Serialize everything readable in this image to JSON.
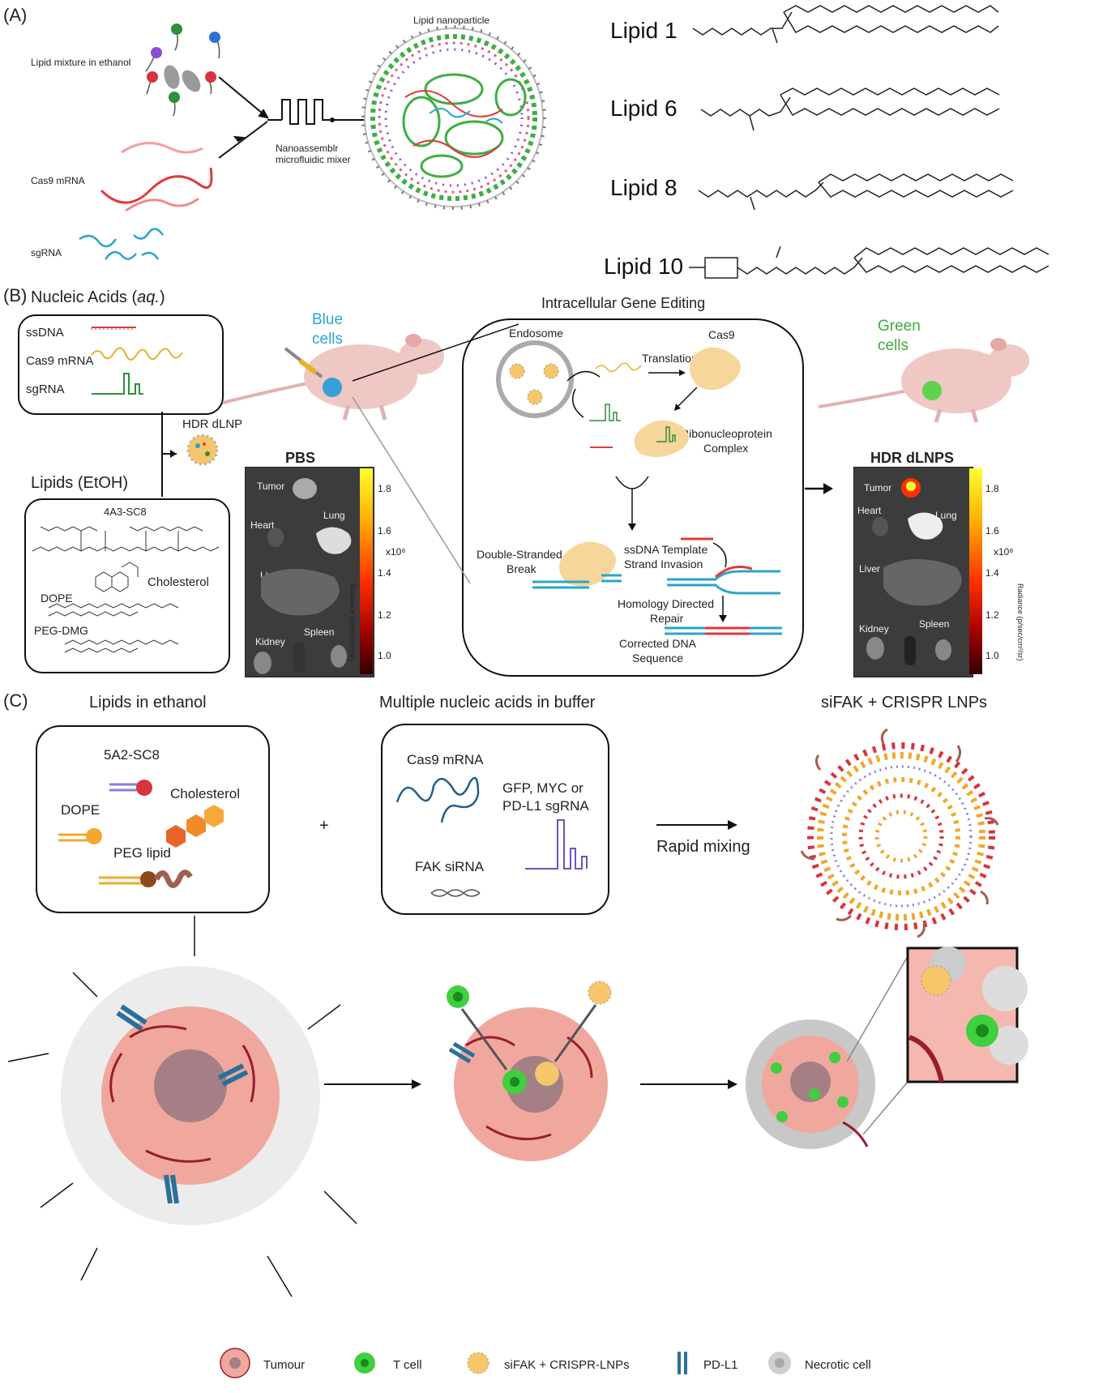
{
  "panels": {
    "a": "(A)",
    "b": "(B)",
    "c": "(C)"
  },
  "panelA": {
    "lipid_mixture": "Lipid mixture in ethanol",
    "cas9_mrna": "Cas9 mRNA",
    "sgrna": "sgRNA",
    "mixer": [
      "Nanoassemblr",
      "microfluidic mixer"
    ],
    "lnp": "Lipid nanoparticle",
    "lipids": [
      "Lipid 1",
      "Lipid 6",
      "Lipid 8",
      "Lipid 10"
    ]
  },
  "panelB": {
    "nucleic_acids_main": "Nucleic Acids (",
    "nucleic_acids_aq": "aq.",
    "nucleic_acids_close": ")",
    "na_items": [
      "ssDNA",
      "Cas9 mRNA",
      "sgRNA"
    ],
    "hdr_dlnp": "HDR dLNP",
    "lipids_etoh": "Lipids (EtOH)",
    "lipid_items": [
      "4A3-SC8",
      "Cholesterol",
      "DOPE",
      "PEG-DMG"
    ],
    "blue_cells": [
      "Blue",
      "cells"
    ],
    "green_cells": [
      "Green",
      "cells"
    ],
    "pbs_title": "PBS",
    "hdr_title": "HDR dLNPS",
    "organs": [
      "Tumor",
      "Heart",
      "Lung",
      "Liver",
      "Kidney",
      "Spleen"
    ],
    "scale_ticks": [
      "1.8",
      "1.6",
      "1.4",
      "1.2",
      "1.0"
    ],
    "scale_unit": "x10⁸",
    "scale_axis": "Radiance (p/sec/cm²/sr)",
    "intracellular_title": "Intracellular Gene Editing",
    "endosome": "Endosome",
    "cas9": "Cas9",
    "translation": "Translation",
    "rnp": [
      "Ribonucleoprotein",
      "Complex"
    ],
    "dsb": [
      "Double-Stranded",
      "Break"
    ],
    "ssdna_template": [
      "ssDNA Template",
      "Strand Invasion"
    ],
    "hdr": [
      "Homology Directed",
      "Repair"
    ],
    "corrected": [
      "Corrected DNA",
      "Sequence"
    ]
  },
  "panelC": {
    "lipids_ethanol": "Lipids in ethanol",
    "multiple_na": "Multiple nucleic acids in buffer",
    "sifak_title": "siFAK + CRISPR LNPs",
    "lipid_items": [
      "5A2-SC8",
      "Cholesterol",
      "DOPE",
      "PEG lipid"
    ],
    "plus": "+",
    "na_items": [
      "Cas9 mRNA",
      "GFP, MYC or",
      "PD-L1 sgRNA",
      "FAK siRNA"
    ],
    "rapid_mixing": "Rapid mixing",
    "legend": [
      "Tumour",
      "T cell",
      "siFAK + CRISPR-LNPs",
      "PD-L1",
      "Necrotic cell"
    ]
  },
  "colors": {
    "red_lipid": "#d9333f",
    "green_lipid": "#2f8f3a",
    "blue_lipid": "#2d6fd6",
    "purple_lipid": "#8a4fd6",
    "cas9_mrna": "#e03a3a",
    "sgrna": "#2aa5c8",
    "blue_cell_text": "#2aa5d8",
    "green_cell_text": "#3caa3c",
    "tumour": "#e9a79c",
    "vessel": "#9b1c2a",
    "tcell": "#3fcf3f",
    "pdl1": "#2a6f9c"
  }
}
